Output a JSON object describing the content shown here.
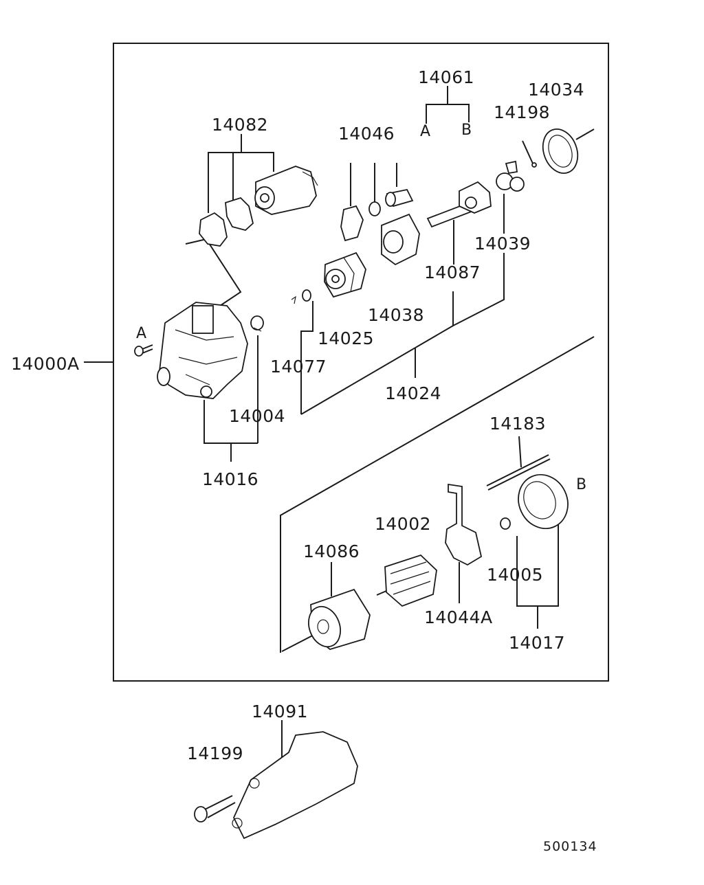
{
  "diagram": {
    "labels": {
      "l14061": "14061",
      "l14034": "14034",
      "l14198": "14198",
      "l14082": "14082",
      "l14046": "14046",
      "lA_top": "A",
      "lB_top": "B",
      "l14039": "14039",
      "l14087": "14087",
      "l14038": "14038",
      "l14025": "14025",
      "l14000A": "14000A",
      "lA_bolt": "A",
      "l14077": "14077",
      "l14024": "14024",
      "l14004": "14004",
      "l14016": "14016",
      "l14183": "14183",
      "lB_mid": "B",
      "l14002": "14002",
      "l14086": "14086",
      "l14005": "14005",
      "l14044A": "14044A",
      "l14017": "14017",
      "l14091": "14091",
      "l14199": "14199",
      "code": "500134"
    }
  }
}
